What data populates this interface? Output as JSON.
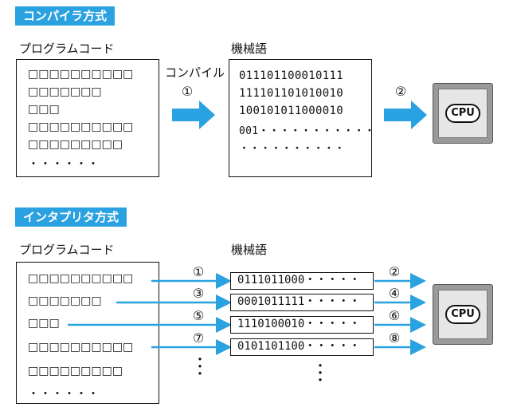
{
  "compiler": {
    "badge": "コンパイラ方式",
    "program_label": "プログラムコード",
    "machine_label": "機械語",
    "compile_label": "コンパイル",
    "step1": "①",
    "step2": "②",
    "code_lines": [
      "□□□□□□□□□□",
      "□□□□□□□",
      "□□□",
      "□□□□□□□□□□",
      "□□□□□□□□□",
      "・・・・・・"
    ],
    "machine_lines": [
      "011101100010111",
      "111101101010010",
      "100101011000010",
      "001・・・・・・・・・・・",
      "・・・・・・・・・・"
    ],
    "cpu_label": "CPU"
  },
  "interpreter": {
    "badge": "インタプリタ方式",
    "program_label": "プログラムコード",
    "machine_label": "機械語",
    "code_lines": [
      "□□□□□□□□□□",
      "□□□□□□□",
      "□□□",
      "□□□□□□□□□□",
      "□□□□□□□□□",
      "・・・・・・"
    ],
    "machine_rows": [
      {
        "in": "①",
        "code": "0111011000・・・・・",
        "out": "②"
      },
      {
        "in": "③",
        "code": "0001011111・・・・・",
        "out": "④"
      },
      {
        "in": "⑤",
        "code": "1110100010・・・・・",
        "out": "⑥"
      },
      {
        "in": "⑦",
        "code": "0101101100・・・・・",
        "out": "⑧"
      }
    ],
    "vdots": "・\n・\n・",
    "cpu_label": "CPU"
  },
  "colors": {
    "accent": "#2aa1e0",
    "arrow": "#2aa1e0"
  }
}
